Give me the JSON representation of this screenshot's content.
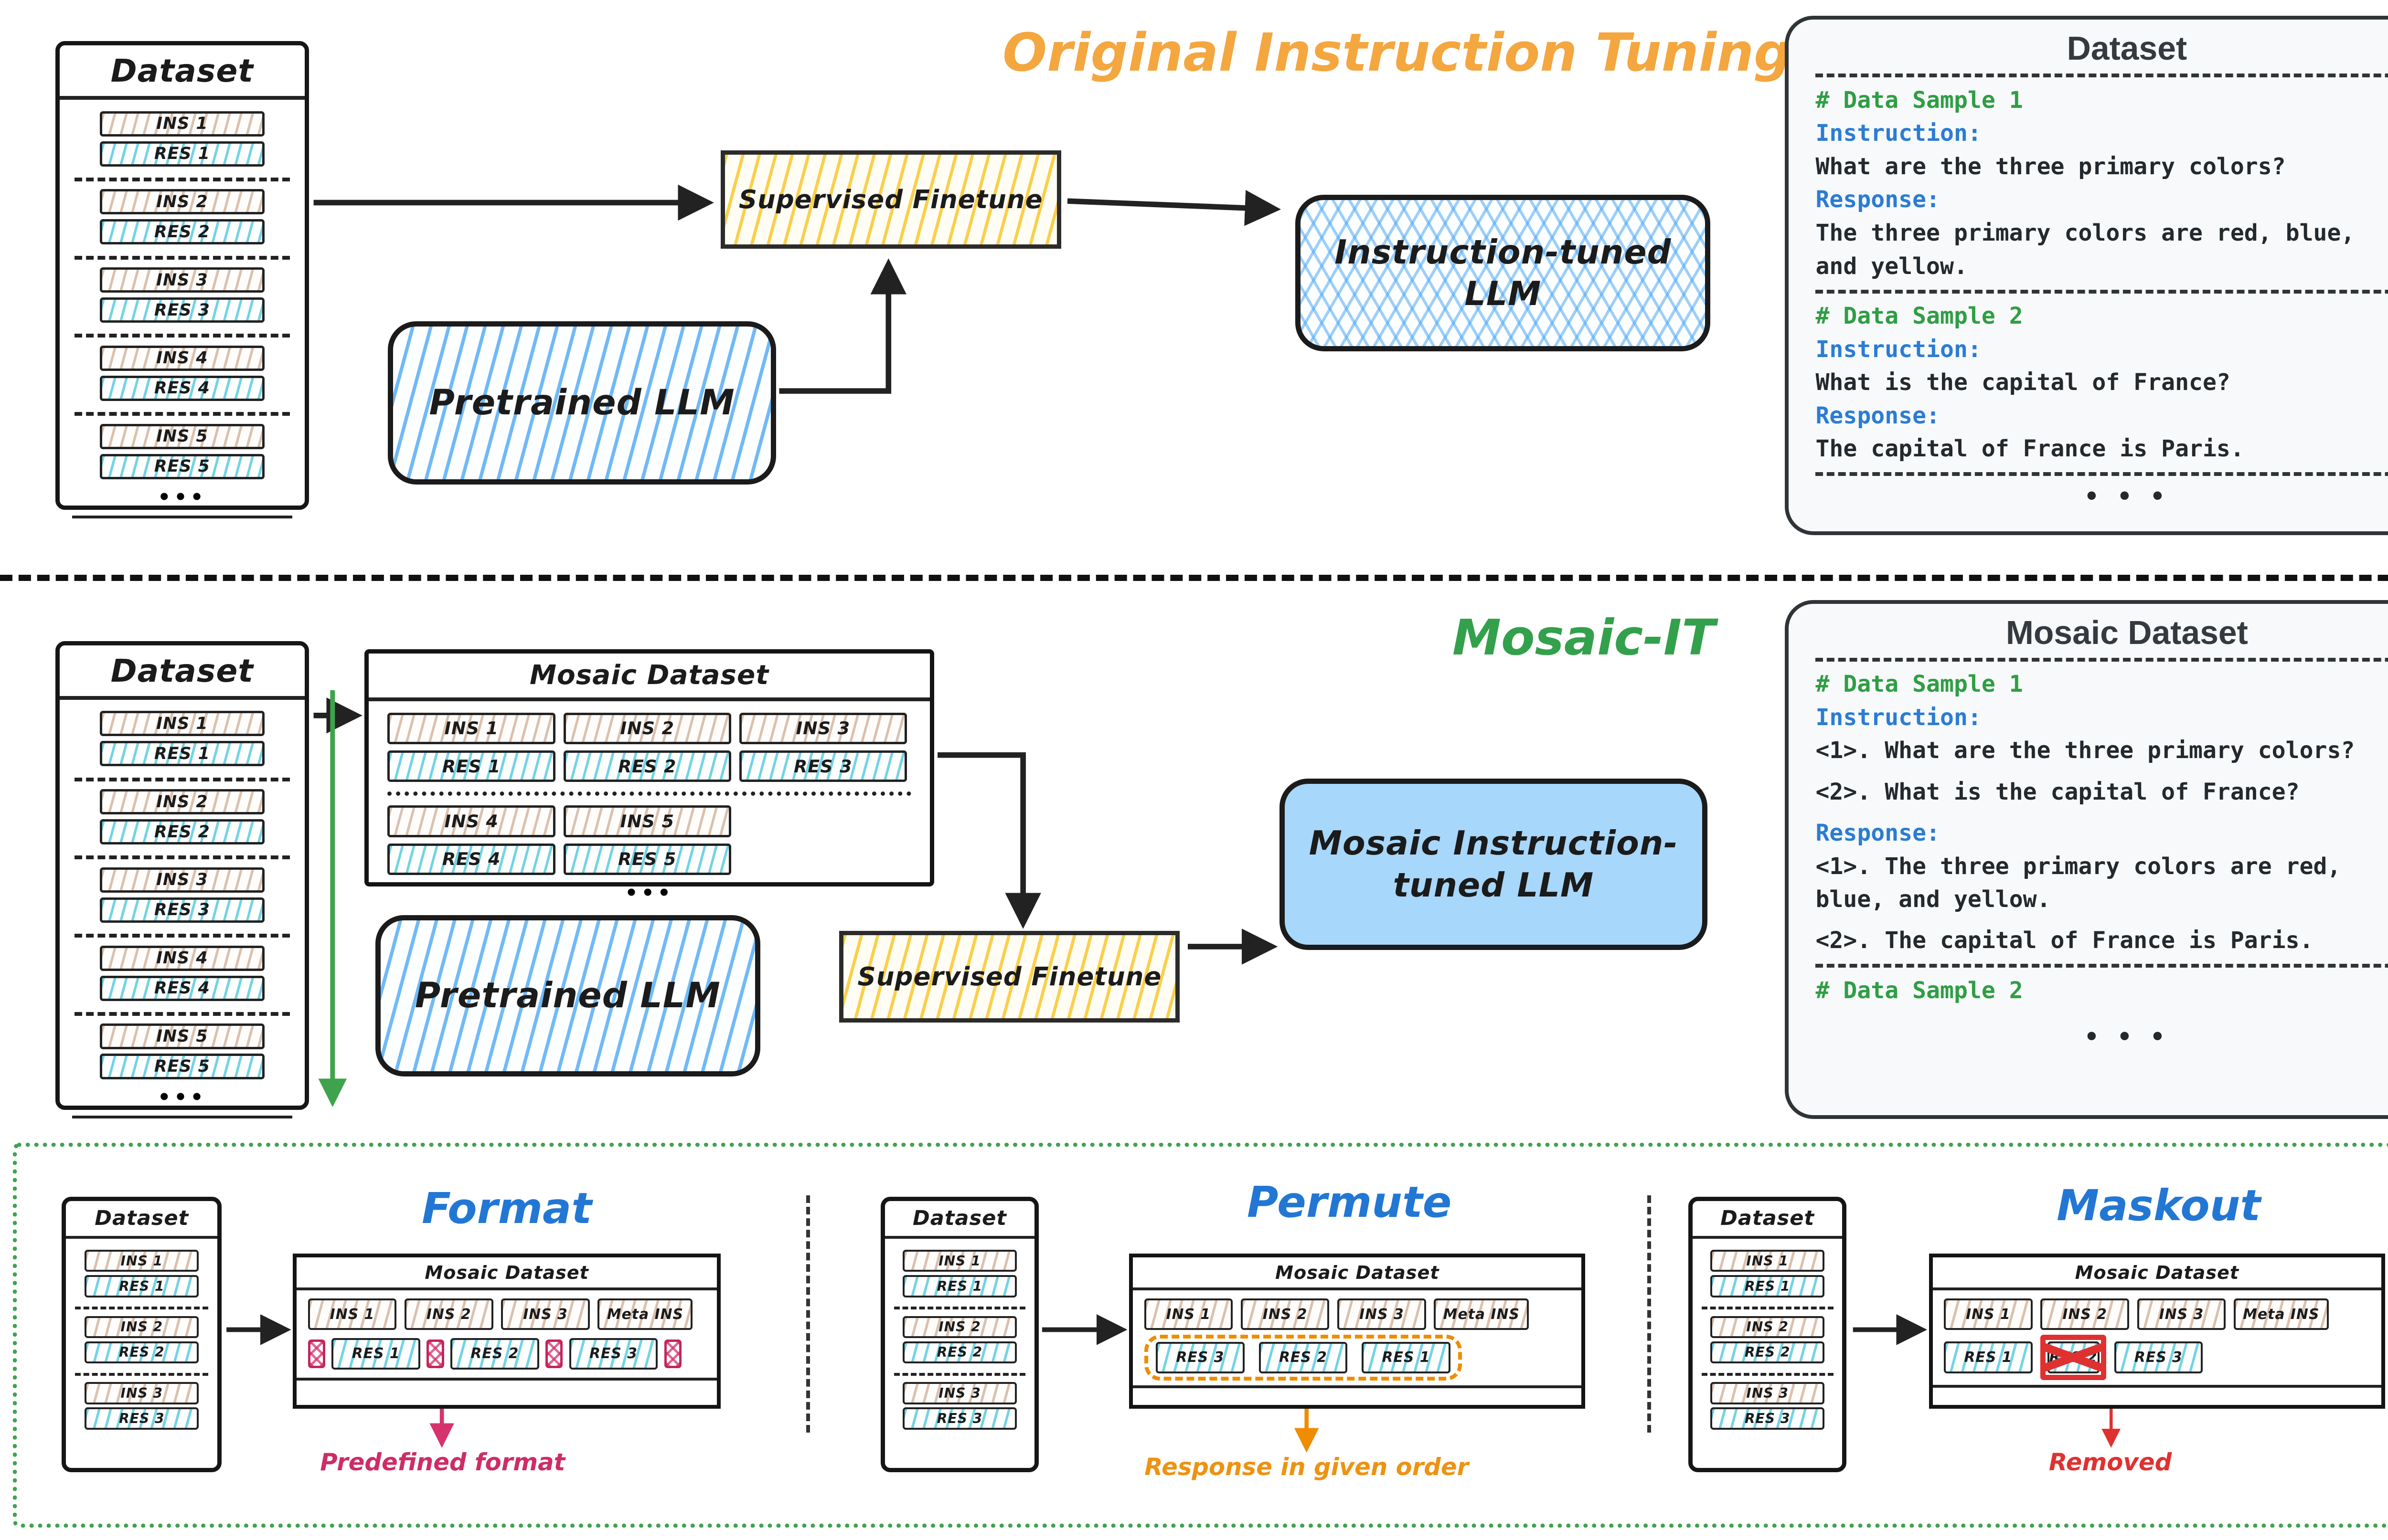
{
  "titles": {
    "top": "Original Instruction Tuning",
    "middle": "Mosaic-IT",
    "format": "Format",
    "permute": "Permute",
    "maskout": "Maskout"
  },
  "colors": {
    "top_title": "#F4A63F",
    "middle_title": "#33A04C",
    "strategy_title": "#2277D4",
    "format_note": "#CD2D66",
    "permute_note": "#EE9212",
    "maskout_note": "#E03131",
    "tan_hatch": "#BB9070",
    "cyan_hatch": "#29BBD6",
    "yellow_hatch": "#FAC72E",
    "blue_hatch": "#4DA8F5",
    "mosaic_llm_fill": "#A7D7FB",
    "panel_bg": "#F7F9FA"
  },
  "labels": {
    "dataset": "Dataset",
    "mosaic_dataset": "Mosaic Dataset",
    "sft": "Supervised Finetune",
    "pretrained": "Pretrained LLM",
    "instruction_tuned_1": "Instruction-tuned",
    "instruction_tuned_2": "LLM",
    "mosaic_tuned_1": "Mosaic Instruction-",
    "mosaic_tuned_2": "tuned LLM",
    "meta_ins": "Meta INS",
    "dots": "•••"
  },
  "bars": {
    "ins": [
      "INS 1",
      "INS 2",
      "INS 3",
      "INS 4",
      "INS 5"
    ],
    "res": [
      "RES 1",
      "RES 2",
      "RES 3",
      "RES 4",
      "RES 5"
    ]
  },
  "bottom": {
    "format_note": "Predefined format",
    "permute_note": "Response in given order",
    "maskout_note": "Removed",
    "permute_res": [
      "RES 3",
      "RES 2",
      "RES 1"
    ]
  },
  "dataset_panel": {
    "title": "Dataset",
    "s1_header": "# Data Sample 1",
    "instruction_label": "Instruction:",
    "response_label": "Response:",
    "s1_q": "What are the three primary colors?",
    "s1_a1": "The three primary colors are red, blue,",
    "s1_a2": "and yellow.",
    "s2_header": "# Data Sample 2",
    "s2_q": "What is the capital of France?",
    "s2_a": "The capital of France is Paris.",
    "ellipsis": "• • •"
  },
  "mosaic_panel": {
    "title": "Mosaic Dataset",
    "s1_header": "# Data Sample 1",
    "instruction_label": "Instruction:",
    "q1": "<1>. What are the three primary colors?",
    "q2": "<2>. What is the capital of France?",
    "response_label": "Response:",
    "a1a": "<1>. The three primary colors are red,",
    "a1b": "blue, and yellow.",
    "a2": "<2>. The capital of France is Paris.",
    "s2_header": "# Data Sample 2",
    "ellipsis": "• • •"
  }
}
